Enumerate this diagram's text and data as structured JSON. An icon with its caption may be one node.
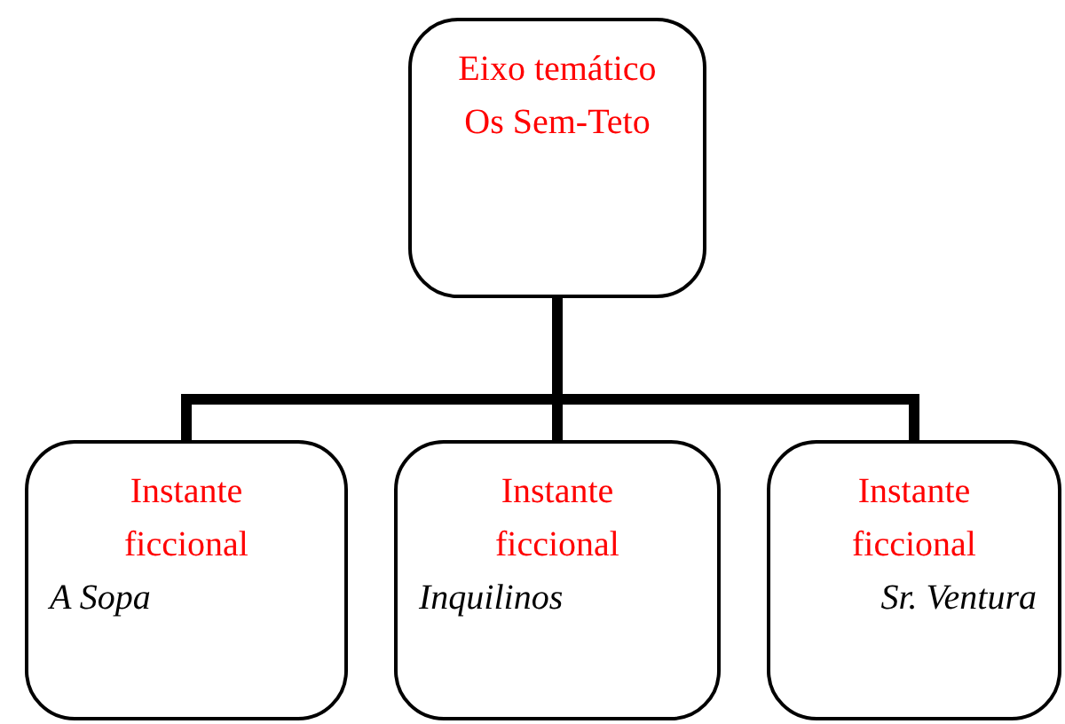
{
  "diagram": {
    "nodes": [
      {
        "text": [
          "Eixo temático",
          "Os Sem-Teto"
        ]
      },
      {
        "text": [
          "Instante ficcional",
          "A Sopa"
        ]
      },
      {
        "text": [
          "Instante ficcional",
          "Inquilinos"
        ]
      },
      {
        "text": [
          "Instante ficcional",
          "Sr. Ventura"
        ]
      }
    ],
    "edges": [
      {
        "from": 0,
        "to": 1,
        "arrow": "none"
      },
      {
        "from": 0,
        "to": 2,
        "arrow": "none"
      },
      {
        "from": 0,
        "to": 3,
        "arrow": "none"
      }
    ]
  }
}
